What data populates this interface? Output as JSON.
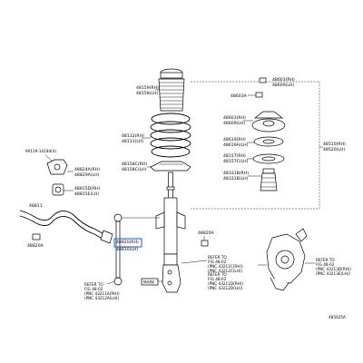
{
  "labels": {
    "l48159": "48159(RH)",
    "l48158": "48158(LH)",
    "l48132": "48132(RH)",
    "l48131": "48131(LH)",
    "l48158c": "48158C(RH)",
    "l48158b": "48158C(LH)",
    "l48603": "48603(RH)",
    "l48609": "48609(LH)",
    "l48603a": "48603A",
    "l48603b": "48603(RH)",
    "l48609b": "48609(LH)",
    "l48619": "48619(RH)",
    "l48619a": "48619A(LH)",
    "l48157": "48157(RH)",
    "l48157c": "48157C(LH)",
    "l48331": "48331B(RH)",
    "l48331l": "48331B(LH)",
    "l48510": "48510(RH)",
    "l48520": "48520(LH)",
    "l90119": "90119-14184(4)",
    "l48824": "48824A(RH)",
    "l48829": "48829A(LH)",
    "l48815": "48815D(RH)",
    "l48815l": "48815E(LH)",
    "l48811": "48811",
    "l48820a": "48820A",
    "l48820": "48820(RH)",
    "l48810": "48810(LH)",
    "l48820b": "48820A",
    "ref1_a": "REFER TO",
    "ref1_b": "FIG 48-02",
    "ref1_c": "(PNC 43211A(RH))",
    "ref1_d": "(PNC 43212A(LH))",
    "ref2_a": "REFER TO",
    "ref2_b": "FIG 48-02",
    "ref2_c": "(PNC 43211C(RH))",
    "ref2_d": "(PNC 43212C(LH))",
    "ref3_a": "REFER TO",
    "ref3_b": "FIG 48-02",
    "ref3_c": "(PNC 43211D(RH))",
    "ref3_d": "(PNC 43212D(LH))",
    "ref4_a": "REFER TO",
    "ref4_b": "FIG 48-02",
    "ref4_c": "(PNC 43213D(RH))",
    "ref4_d": "(PNC 43213E(LH))",
    "mark": "MARK",
    "figure_code": "485025A"
  },
  "highlight_color": "#1e6fd9"
}
